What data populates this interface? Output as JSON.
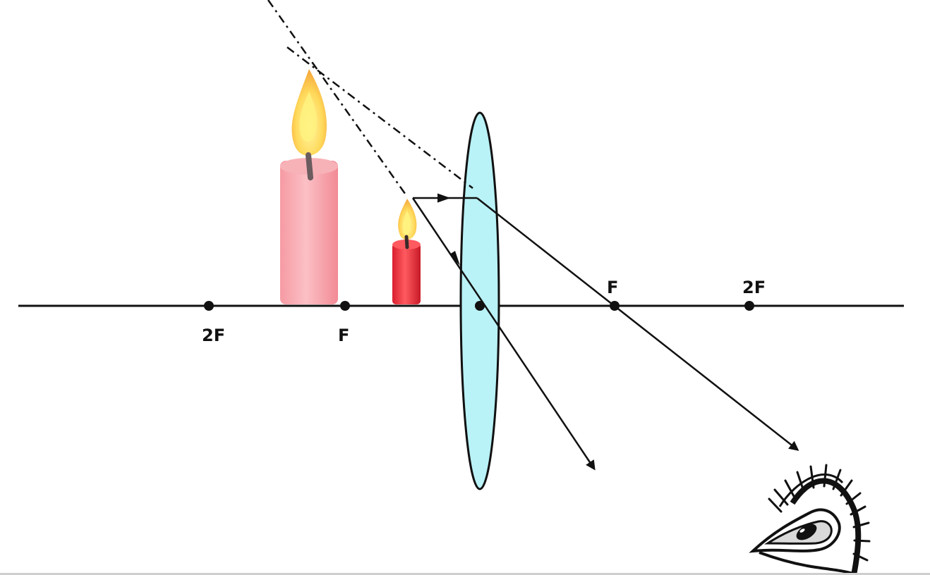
{
  "diagram": {
    "labels": {
      "left_2f": "2F",
      "left_f": "F",
      "right_f": "F",
      "right_2f": "2F"
    },
    "colors": {
      "axis": "#111111",
      "lens_fill": "#b9f2f7",
      "lens_stroke": "#111111",
      "object_candle": "#e32b38",
      "image_candle": "#f7a1a8",
      "flame_outer": "#f59a3a",
      "flame_inner": "#fff07a"
    },
    "icons": {
      "object": "candle-icon",
      "image": "virtual-image-candle-icon",
      "observer": "eye-icon"
    }
  }
}
